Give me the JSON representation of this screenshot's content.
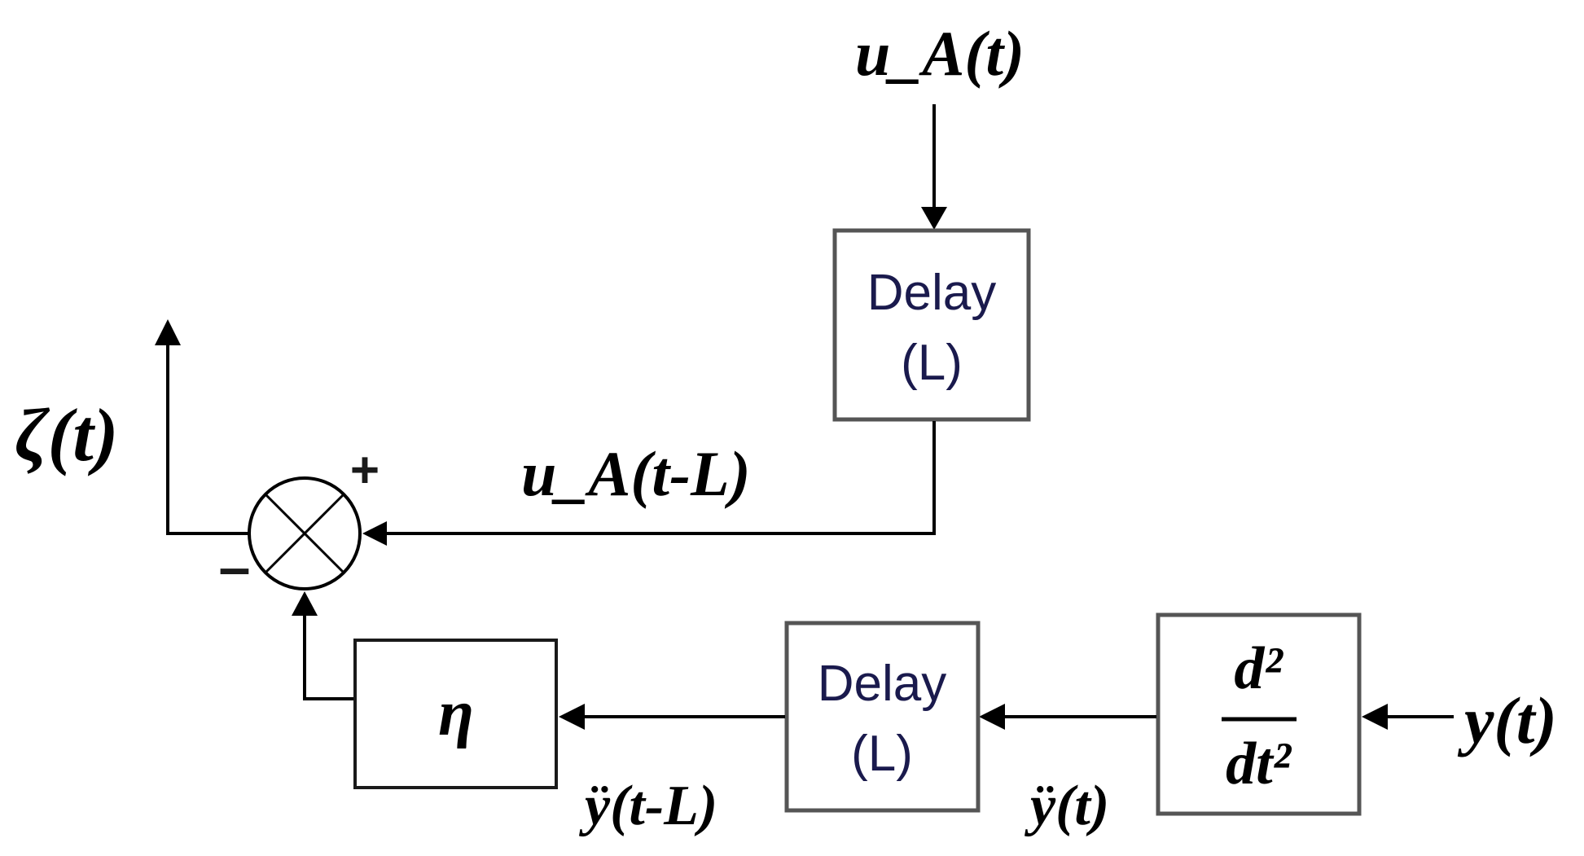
{
  "blocks": {
    "delay_top": {
      "line1": "Delay",
      "line2": "(L)"
    },
    "delay_bottom": {
      "line1": "Delay",
      "line2": "(L)"
    },
    "derivative": {
      "numerator": "d²",
      "denominator": "dt²"
    },
    "gain": {
      "symbol": "η"
    }
  },
  "signals": {
    "input_u": "u_A(t)",
    "delayed_u": "u_A(t-L)",
    "input_y": "y(t)",
    "y_ddot": "ÿ(t)",
    "y_ddot_delayed": "ÿ(t-L)",
    "output_zeta": "ζ(t)"
  },
  "signs": {
    "plus": "+",
    "minus": "–",
    "plus_color": "#1a1a1a",
    "minus_color": "#1a1a1a"
  }
}
